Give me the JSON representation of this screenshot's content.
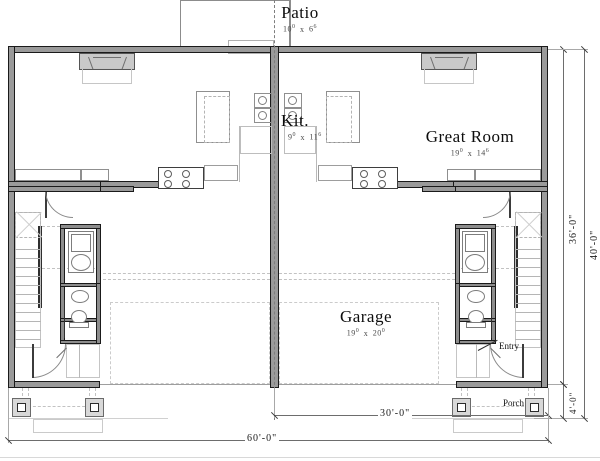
{
  "drawing": {
    "type": "residential-floor-plan",
    "description": "Duplex main floor plan, mirrored left and right units"
  },
  "rooms": [
    {
      "key": "patio",
      "name": "Patio",
      "dim_w": "10",
      "dim_w_sup": "0",
      "dim_h": "6",
      "dim_h_sup": "6",
      "sep": "x"
    },
    {
      "key": "kitchen",
      "name": "Kit.",
      "dim_w": "9",
      "dim_w_sup": "0",
      "dim_h": "11",
      "dim_h_sup": "6",
      "sep": "x"
    },
    {
      "key": "greatroom",
      "name": "Great  Room",
      "dim_w": "19",
      "dim_w_sup": "0",
      "dim_h": "14",
      "dim_h_sup": "6",
      "sep": "x"
    },
    {
      "key": "garage",
      "name": "Garage",
      "dim_w": "19",
      "dim_w_sup": "0",
      "dim_h": "20",
      "dim_h_sup": "0",
      "sep": "x"
    }
  ],
  "annotations": {
    "entry": "Entry",
    "porch": "Porch"
  },
  "dimensions": {
    "overall_width": "60'-0\"",
    "unit_width": "30'-0\"",
    "depth_inner": "36'-0\"",
    "depth_outer": "40'-0\"",
    "porch_depth": "4'-0\""
  },
  "colors": {
    "wall_fill": "#9a9a9a",
    "wall_line": "#1a1a1a",
    "hidden_line": "#c2c2c2",
    "dimension_line": "#6d6d6d",
    "text": "#0d0d0d",
    "paper": "#ffffff"
  }
}
